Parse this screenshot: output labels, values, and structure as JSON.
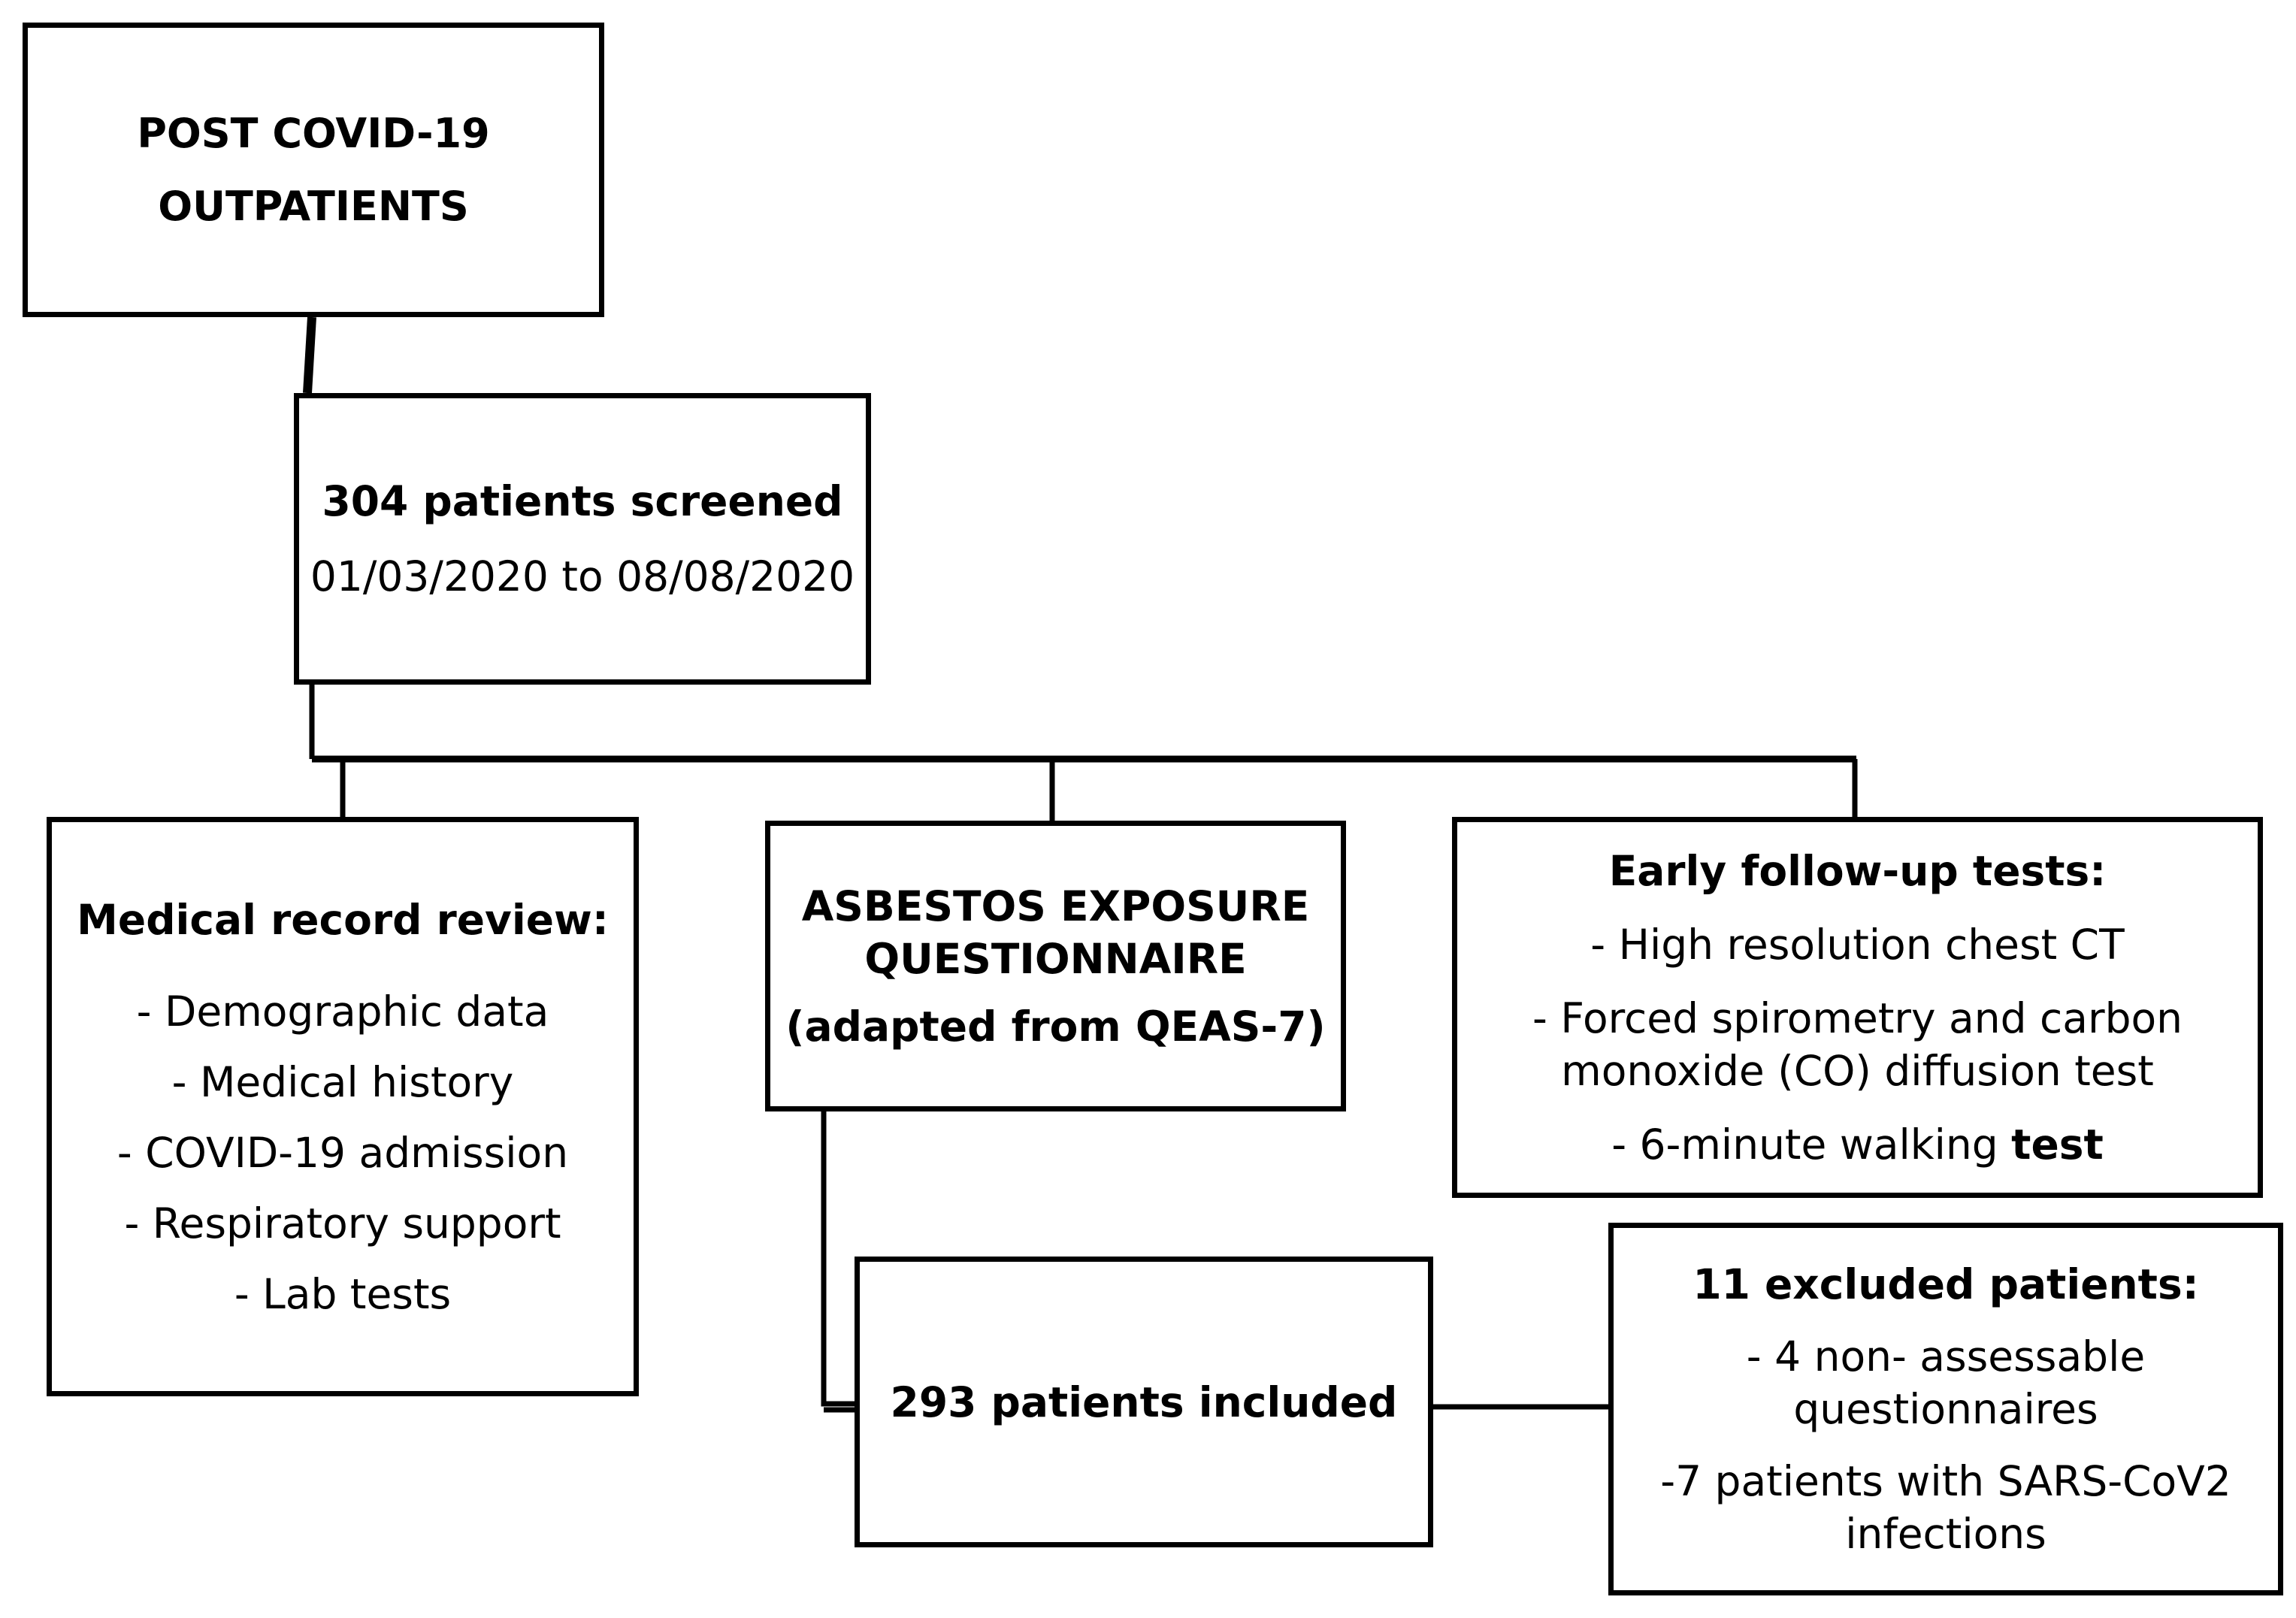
{
  "boxes": {
    "outpatients": {
      "line1": "POST COVID-19",
      "line2": "OUTPATIENTS"
    },
    "screened": {
      "title": "304 patients screened",
      "dates": "01/03/2020 to 08/08/2020"
    },
    "medical_review": {
      "heading": "Medical record review:",
      "items": [
        "- Demographic data",
        "- Medical history",
        "- COVID-19 admission",
        "- Respiratory support",
        "- Lab tests"
      ]
    },
    "asbestos": {
      "line1": "ASBESTOS EXPOSURE",
      "line2": "QUESTIONNAIRE",
      "line3": "(adapted from QEAS-7)"
    },
    "followup": {
      "heading": "Early follow-up tests:",
      "item1": "- High resolution chest CT",
      "item2_line1": "- Forced spirometry and carbon",
      "item2_line2": "monoxide (CO) diffusion test",
      "item3_normal": "- 6-minute walking ",
      "item3_bold": "test"
    },
    "included": {
      "title": "293 patients included"
    },
    "excluded": {
      "heading": "11 excluded patients:",
      "item1_line1": "- 4 non- assessable",
      "item1_line2": "questionnaires",
      "item2_line1": "-7 patients with SARS-CoV2",
      "item2_line2": "infections"
    }
  },
  "colors": {
    "stroke": "#000000",
    "background": "#ffffff"
  }
}
